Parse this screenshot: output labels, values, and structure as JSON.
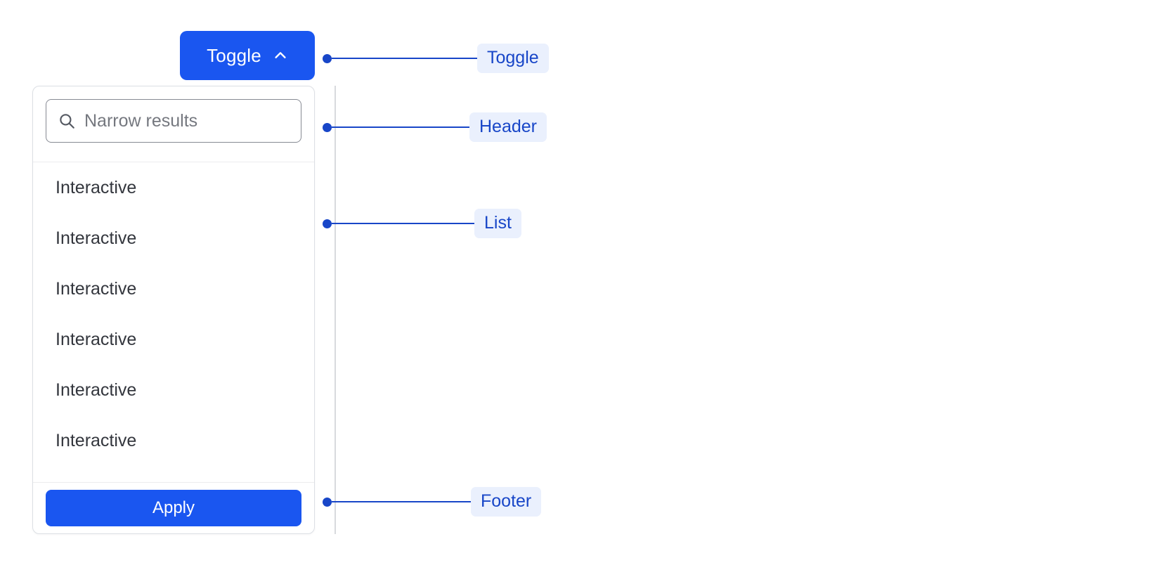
{
  "toggle": {
    "label": "Toggle",
    "icon": "chevron-up-icon",
    "background_color": "#1a56f0",
    "text_color": "#ffffff"
  },
  "panel": {
    "header": {
      "search": {
        "icon": "search-icon",
        "placeholder": "Narrow results",
        "value": ""
      }
    },
    "list": {
      "items": [
        {
          "label": "Interactive"
        },
        {
          "label": "Interactive"
        },
        {
          "label": "Interactive"
        },
        {
          "label": "Interactive"
        },
        {
          "label": "Interactive"
        },
        {
          "label": "Interactive"
        }
      ]
    },
    "footer": {
      "apply_label": "Apply",
      "apply_background": "#1a56f0"
    }
  },
  "annotations": [
    {
      "label": "Toggle"
    },
    {
      "label": "Header"
    },
    {
      "label": "List"
    },
    {
      "label": "Footer"
    }
  ],
  "colors": {
    "accent": "#1a56f0",
    "annotation_line": "#1846c8",
    "annotation_badge_bg": "#eaf0fd",
    "panel_border": "#dcdfe4",
    "divider": "#ececee",
    "text_primary": "#33363d",
    "placeholder": "#75787f",
    "guide_line": "#d8dadd"
  }
}
